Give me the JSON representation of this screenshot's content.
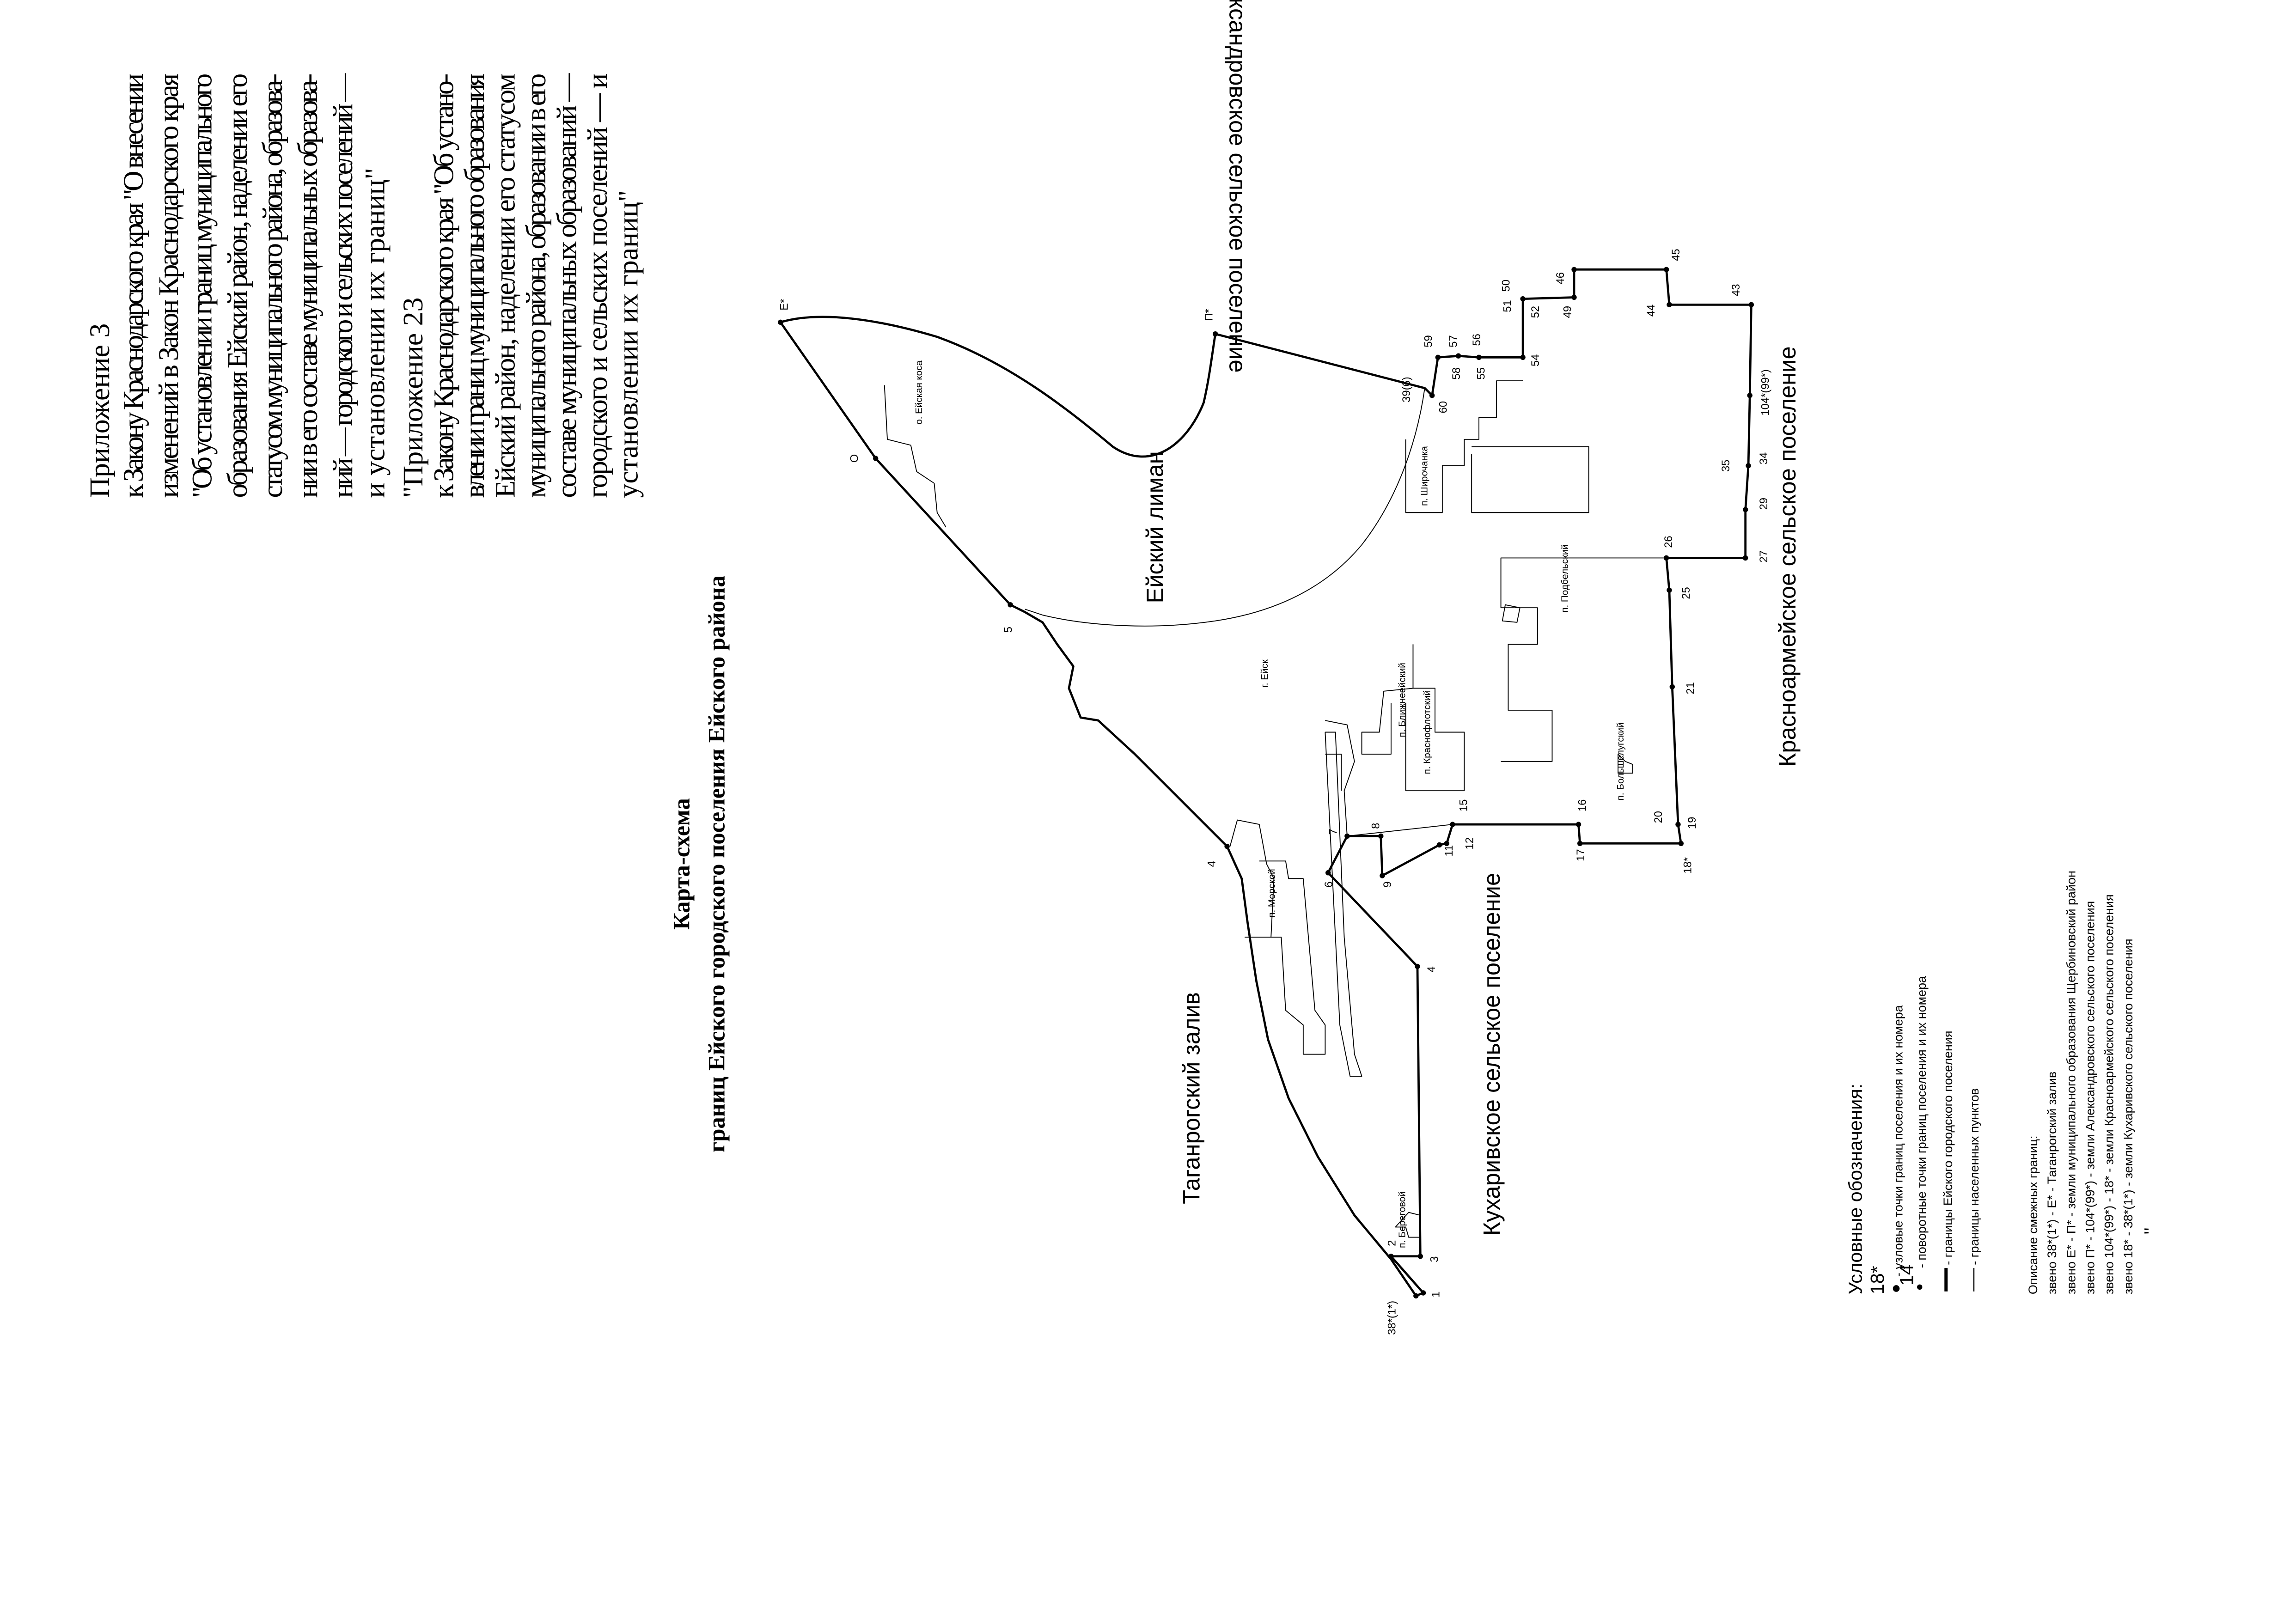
{
  "appendix3": {
    "lines": [
      "Приложение 3",
      "к Закону Краснодарского края \"О внесении",
      "изменений в Закон Краснодарского края",
      "\"Об установлении границ муниципального",
      "образования Ейский район, наделении его",
      "статусом муниципального района, образова-",
      "нии в его составе муниципальных образова-",
      "ний — городского и сельских поселений —",
      "и установлении их границ\""
    ]
  },
  "appendix23": {
    "lines": [
      "\"Приложение 23",
      "к Закону Краснодарского края \"Об устано-",
      "влении границ муниципального образования",
      "Ейский район, наделении его статусом",
      "муниципального района, образовании в его",
      "составе муниципальных образований —",
      "городского и сельских поселений — и",
      "установлении их границ\""
    ]
  },
  "title": {
    "line1": "Карта-схема",
    "line2": "границ Ейского городского поселения Ейского района"
  },
  "map": {
    "areas": {
      "liman": "Ейский лиман",
      "taganrog": "Таганрогский залив",
      "kukharivskoe": "Кухаривское сельское поселение",
      "krasnoarmeyskoe": "Красноармейское сельское поселение",
      "aleksandrovskoe": "Александровское сельское поселение"
    },
    "settlements": {
      "kosa": "о. Ейская коса",
      "yeysk": "г. Ейск",
      "shirochanka": "п. Широчанка",
      "podbelsky": "п. Подбельский",
      "blizhneyeysky": "п. Ближнеейский",
      "krasnoflotsky": "п. Краснофлотский",
      "bolshelugsky": "п. Большелугский",
      "morskoy": "п. Морской",
      "beregovoy": "п. Береговой"
    },
    "points": {
      "E": "Е*",
      "O": "О",
      "P": "П*",
      "p5": "5",
      "p4a": "4",
      "p38": "38*(1*)",
      "p1": "1",
      "p2": "2",
      "p3": "3",
      "p4b": "4",
      "p6": "6",
      "p7": "7",
      "p8": "8",
      "p9": "9",
      "p11": "11",
      "p12": "12",
      "p15": "15",
      "p16": "16",
      "p17": "17",
      "p18": "18*",
      "p19": "19",
      "p20": "20",
      "p21": "21",
      "p25": "25",
      "p26": "26",
      "p27": "27",
      "p29": "29",
      "p34": "34",
      "p35": "35",
      "p104": "104*(99*)",
      "p43": "43",
      "p44": "44",
      "p45": "45",
      "p46": "46",
      "p49": "49",
      "p50": "50",
      "p51": "51",
      "p52": "52",
      "p54": "54",
      "p55": "55",
      "p56": "56",
      "p57": "57",
      "p58": "58",
      "p59": "59",
      "p60": "60",
      "p39": "39(6)"
    }
  },
  "legend": {
    "heading": "Условные обозначения:",
    "node_number": "18*",
    "node_text": "- узловые точки границ поселения и их номера",
    "turn_number": "14",
    "turn_text": "- поворотные точки границ поселения и их номера",
    "city_border_text": "- границы Ейского городского поселения",
    "settlement_border_text": "- границы населенных пунктов",
    "description_heading": "Описание смежных границ:",
    "descriptions": [
      "звено 38*(1*) - Е* - Таганрогский залив",
      "звено Е* - П* - земли муниципального образования Щербиновский район",
      "звено П* - 104*(99*) - земли Александровского сельского поселения",
      "звено 104*(99*) - 18* - земли Красноармейского сельского поселения",
      "звено 18* - 38*(1*) - земли Кухаривского сельского поселения"
    ]
  },
  "closing_quote": "\""
}
